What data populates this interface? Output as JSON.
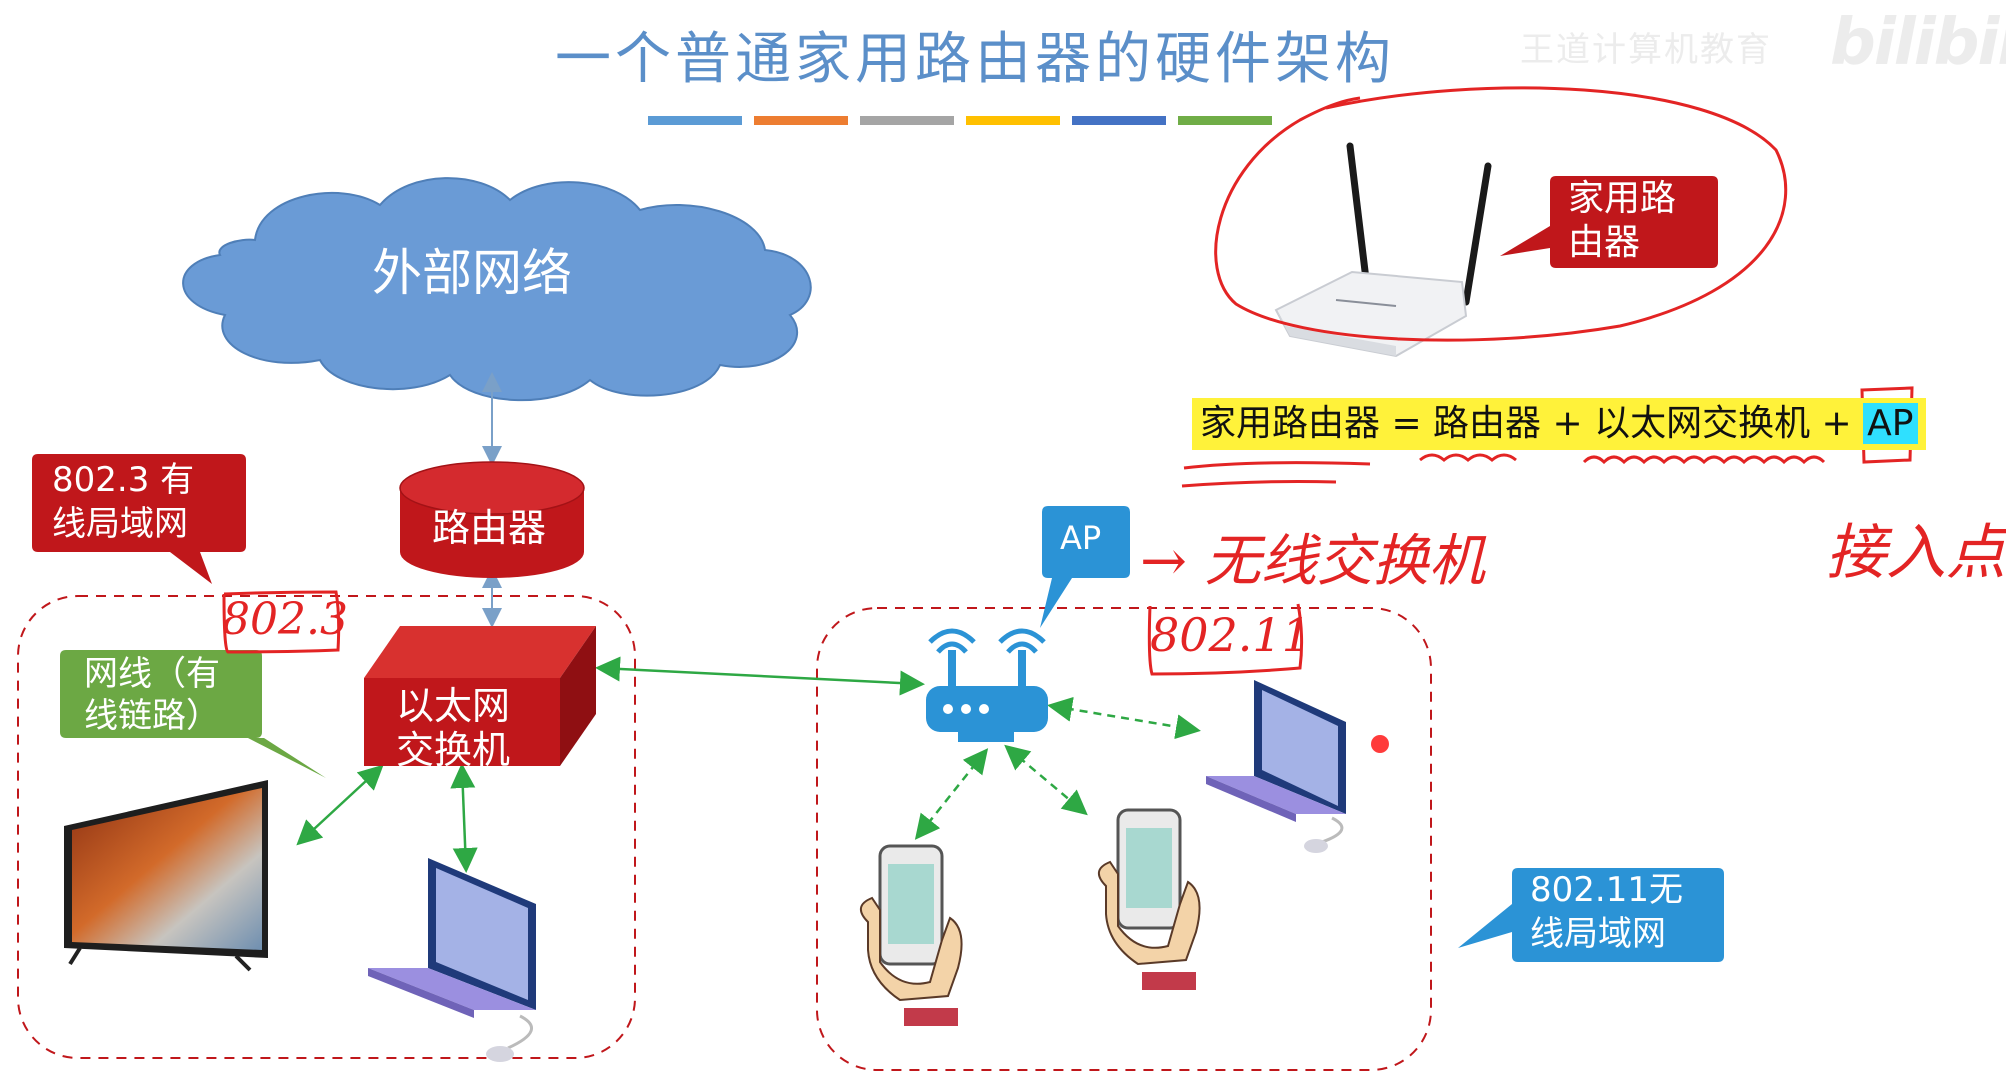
{
  "title": "一个普通家用路由器的硬件架构",
  "color_bars": [
    "#5b9bd5",
    "#ed7d31",
    "#a5a5a5",
    "#ffc000",
    "#4472c4",
    "#70ad47"
  ],
  "watermark": {
    "text": "王道计算机教育",
    "logo": "bilibili"
  },
  "nodes": {
    "cloud": "外部网络",
    "router": "路由器",
    "switch": [
      "以太网",
      "交换机"
    ]
  },
  "callouts": {
    "wired_lan": [
      "802.3 有",
      "线局域网"
    ],
    "cable": [
      "网线（有",
      "线链路）"
    ],
    "ap": "AP",
    "home_router": [
      "家用路",
      "由器"
    ],
    "wireless_lan": [
      "802.11无",
      "线局域网"
    ]
  },
  "formula": {
    "text": "家用路由器 = 路由器 + 以太网交换机 + ",
    "ap": "AP"
  },
  "annotations": {
    "std_8023": "802.3",
    "std_80211": "802.11",
    "wireless_switch": "→ 无线交换机",
    "access_point": "接入点"
  },
  "colors": {
    "red_callout": "#c0171b",
    "green_callout": "#6ca844",
    "blue_callout": "#2b93d6",
    "cloud": "#6a9bd6",
    "link_green": "#2ea844",
    "ink_red": "#e32424"
  }
}
